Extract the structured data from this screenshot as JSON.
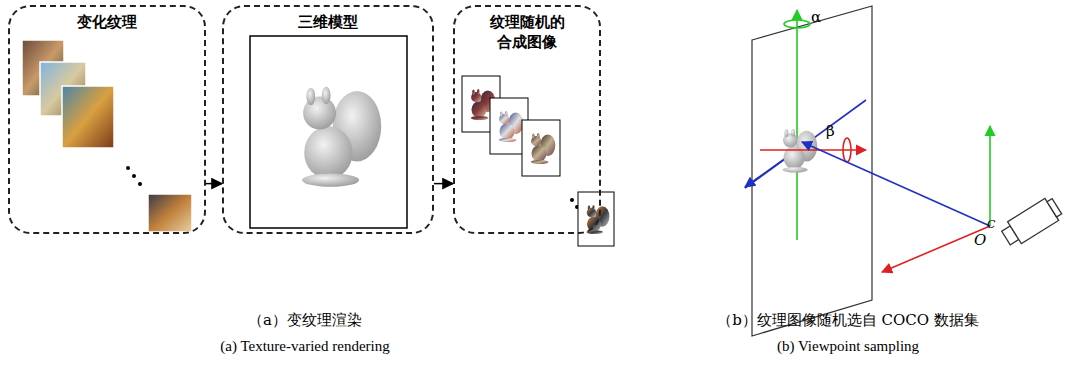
{
  "diagram": {
    "nodes": [
      {
        "text": [
          "变化纹理"
        ]
      },
      {
        "text": [
          "三维模型"
        ]
      },
      {
        "text": [
          "纹理随机的 合成图像"
        ]
      }
    ],
    "edges": [
      {
        "from": 0,
        "to": 1,
        "arrow": "to"
      },
      {
        "from": 1,
        "to": 2,
        "arrow": "to"
      }
    ],
    "labels": [
      "α",
      "β",
      "O",
      "C",
      "（a）变纹理渲染",
      "(a) Texture-varied rendering",
      "（b）纹理图像随机选自 COCO 数据集",
      "(b) Viewpoint sampling"
    ]
  }
}
